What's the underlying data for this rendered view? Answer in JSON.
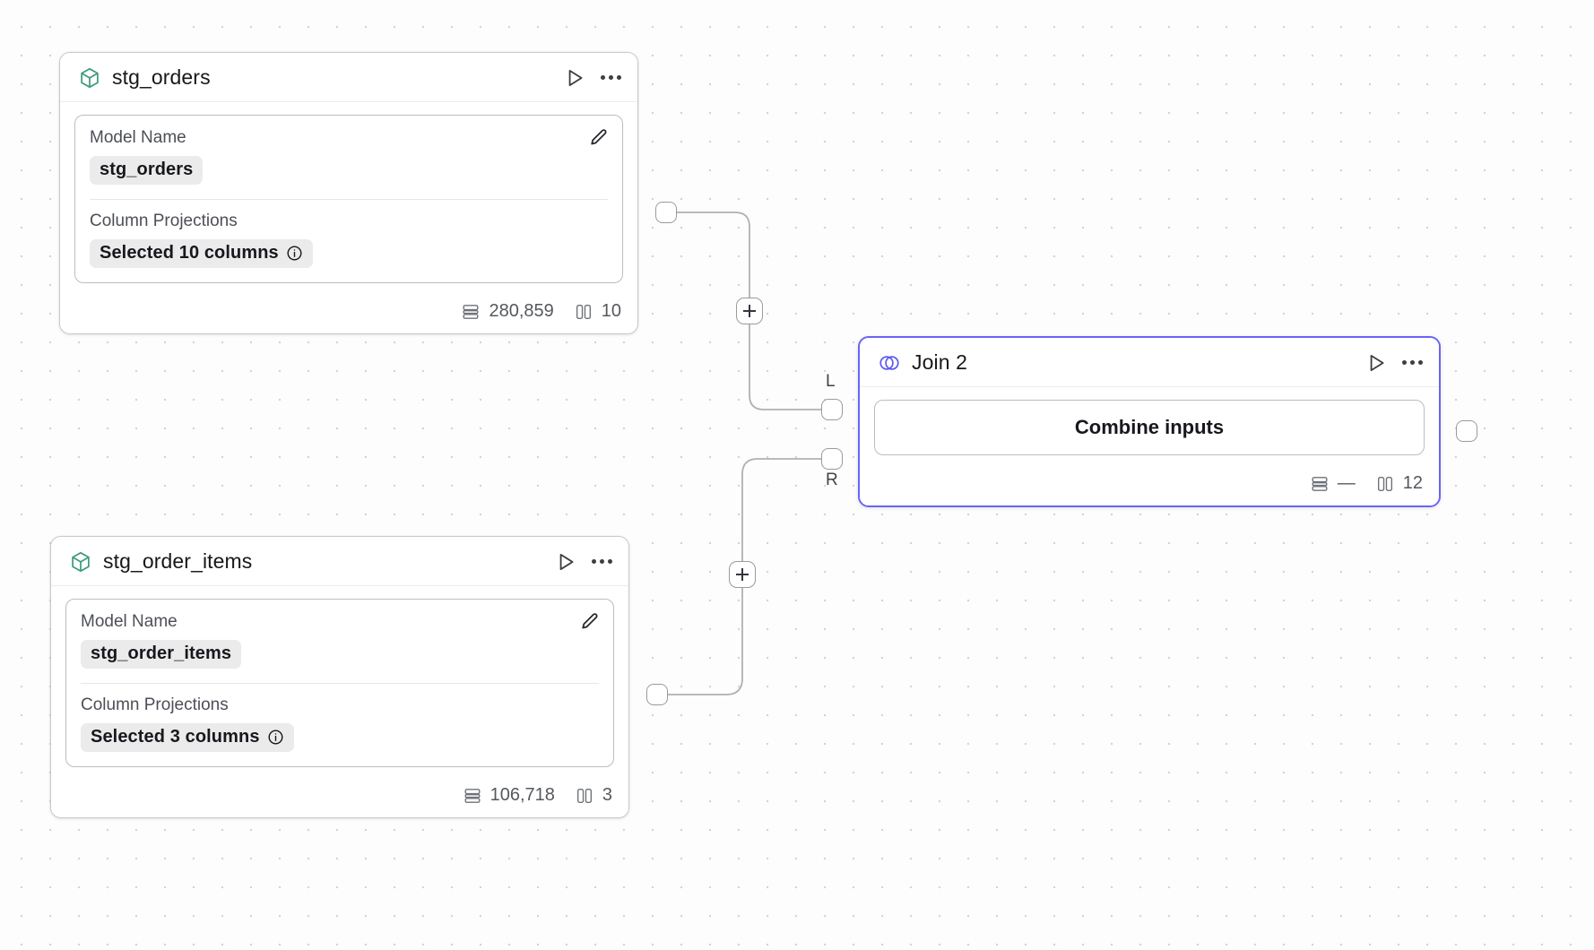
{
  "canvas": {
    "background_color": "#fdfdfd",
    "grid_dot_color": "#d4d4d4",
    "grid_spacing": "32"
  },
  "nodes": [
    {
      "id": "stg_orders",
      "type": "model",
      "icon": "cube-icon",
      "icon_color": "#3f9c79",
      "title": "stg_orders",
      "selected": false,
      "fields": [
        {
          "label": "Model Name",
          "value": "stg_orders",
          "has_info": false
        },
        {
          "label": "Column Projections",
          "value": "Selected 10 columns",
          "has_info": true
        }
      ],
      "footer": {
        "rows": "280,859",
        "columns": "10"
      },
      "actions": {
        "run": "run-icon",
        "menu": "more-options-icon",
        "edit": "edit-pencil-icon"
      }
    },
    {
      "id": "stg_order_items",
      "type": "model",
      "icon": "cube-icon",
      "icon_color": "#3f9c79",
      "title": "stg_order_items",
      "selected": false,
      "fields": [
        {
          "label": "Model Name",
          "value": "stg_order_items",
          "has_info": false
        },
        {
          "label": "Column Projections",
          "value": "Selected 3 columns",
          "has_info": true
        }
      ],
      "footer": {
        "rows": "106,718",
        "columns": "3"
      },
      "actions": {
        "run": "run-icon",
        "menu": "more-options-icon",
        "edit": "edit-pencil-icon"
      }
    },
    {
      "id": "join_2",
      "type": "join",
      "icon": "venn-join-icon",
      "icon_color": "#5b5bf0",
      "title": "Join 2",
      "selected": true,
      "accent_color": "#6b63f6",
      "body_label": "Combine inputs",
      "footer": {
        "rows": "—",
        "columns": "12"
      },
      "input_ports": [
        {
          "id": "left",
          "label": "L"
        },
        {
          "id": "right",
          "label": "R"
        }
      ],
      "actions": {
        "run": "run-icon",
        "menu": "more-options-icon"
      }
    }
  ],
  "edges": [
    {
      "from": "stg_orders",
      "to": "join_2",
      "to_port": "L",
      "add_button": "add-node-button"
    },
    {
      "from": "stg_order_items",
      "to": "join_2",
      "to_port": "R",
      "add_button": "add-node-button"
    }
  ]
}
